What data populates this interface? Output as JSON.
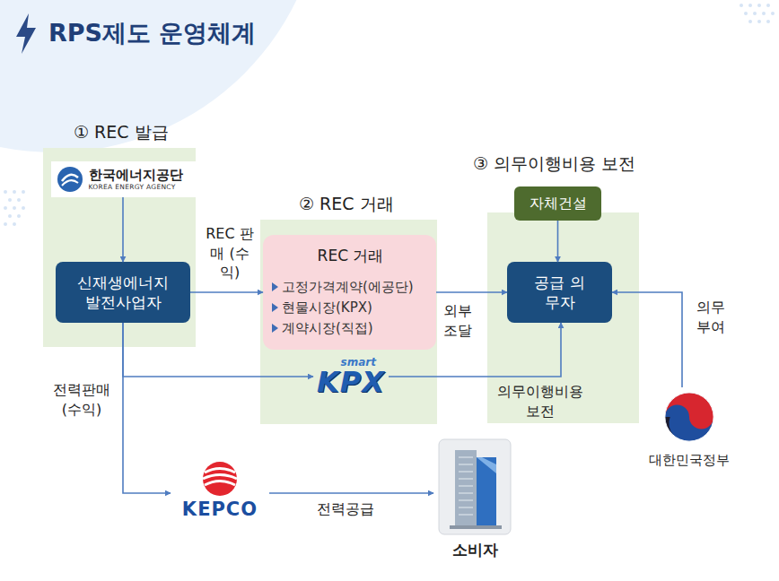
{
  "diagram": {
    "title": "RPS제도 운영체계",
    "nodes": [
      {
        "text": [
          "① REC 발급"
        ]
      },
      {
        "text": [
          "한국에너지공단",
          "KOREA ENERGY AGENCY"
        ],
        "in": 0
      },
      {
        "text": [
          "신재생에너지 발전사업자"
        ],
        "in": 0
      },
      {
        "text": [
          "② REC 거래"
        ]
      },
      {
        "text": [
          "REC 거래",
          "고정가격계약(에공단)",
          "현물시장(KPX)",
          "계약시장(직접)"
        ],
        "in": 3
      },
      {
        "text": [
          "smart",
          "KPX"
        ],
        "in": 3
      },
      {
        "text": [
          "③ 의무이행비용 보전"
        ]
      },
      {
        "text": [
          "자체건설"
        ]
      },
      {
        "text": [
          "공급 의무자"
        ],
        "in": 6
      },
      {
        "text": [
          "KEPCO"
        ]
      },
      {
        "text": [
          "소비자"
        ]
      },
      {
        "text": [
          "대한민국정부"
        ]
      }
    ],
    "edges": [
      {
        "from": 1,
        "to": 2,
        "arrow": "to"
      },
      {
        "from": 2,
        "to": 4,
        "label": "REC 판매 (수익)",
        "arrow": "to"
      },
      {
        "from": 4,
        "to": 8,
        "label": "외부 조달",
        "arrow": "to"
      },
      {
        "from": 7,
        "to": 8,
        "arrow": "to"
      },
      {
        "from": 11,
        "to": 8,
        "label": "의무 부여",
        "arrow": "to"
      },
      {
        "from": 2,
        "to": 5,
        "arrow": "to"
      },
      {
        "from": 2,
        "to": 9,
        "label": "전력판매 (수익)",
        "arrow": "to"
      },
      {
        "from": 5,
        "to": 8,
        "label": "의무이행비용 보전",
        "arrow": "to"
      },
      {
        "from": 9,
        "to": 10,
        "label": "전력공급",
        "arrow": "to"
      }
    ]
  }
}
